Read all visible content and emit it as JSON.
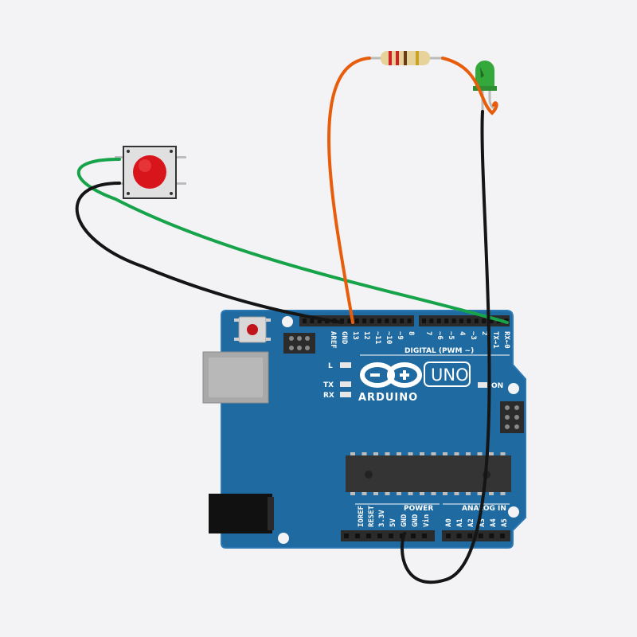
{
  "colors": {
    "background": "#f3f3f5",
    "board": "#1f6aa0",
    "board_edge": "#2b78b4",
    "header": "#2b2b2b",
    "wire_green": "#17a34a",
    "wire_black": "#151515",
    "wire_orange": "#e85d0c",
    "button_cap": "#d9151c",
    "led": "#34a83a",
    "chip": "#343434"
  },
  "board": {
    "brand": "ARDUINO",
    "model": "UNO",
    "on_label": "ON",
    "l_label": "L",
    "tx_label": "TX",
    "rx_label": "RX",
    "digital_label": "DIGITAL (PWM ~)",
    "power_label": "POWER",
    "analog_label": "ANALOG IN",
    "digital_pins": [
      "AREF",
      "GND",
      "13",
      "12",
      "~11",
      "~10",
      "~9",
      "8",
      "7",
      "~6",
      "~5",
      "4",
      "~3",
      "2",
      "TX→1",
      "RX←0"
    ],
    "power_pins": [
      "IOREF",
      "RESET",
      "3.3V",
      "5V",
      "GND",
      "GND",
      "Vin"
    ],
    "analog_pins": [
      "A0",
      "A1",
      "A2",
      "A3",
      "A4",
      "A5"
    ]
  },
  "components": {
    "pushbutton": "pushbutton",
    "resistor": "resistor",
    "led": "led"
  }
}
